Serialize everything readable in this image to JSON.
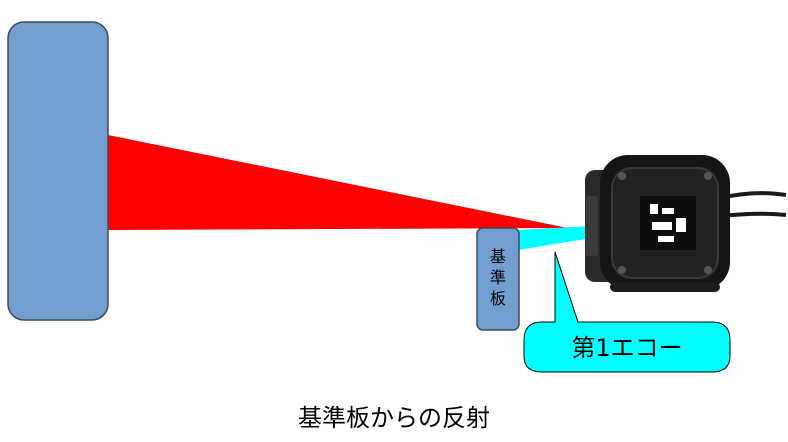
{
  "diagram": {
    "reference_plate_label": "基準板",
    "callout_label": "第1エコー",
    "caption": "基準板からの反射"
  },
  "colors": {
    "target_fill": "#729fcf",
    "target_stroke": "#3a4a5a",
    "beam_main": "#ff0000",
    "beam_echo": "#00ffff",
    "callout_fill": "#00ffff",
    "sensor_body": "#1a1a1a"
  },
  "icons": {
    "sensor": "ultrasonic-sensor-icon"
  }
}
